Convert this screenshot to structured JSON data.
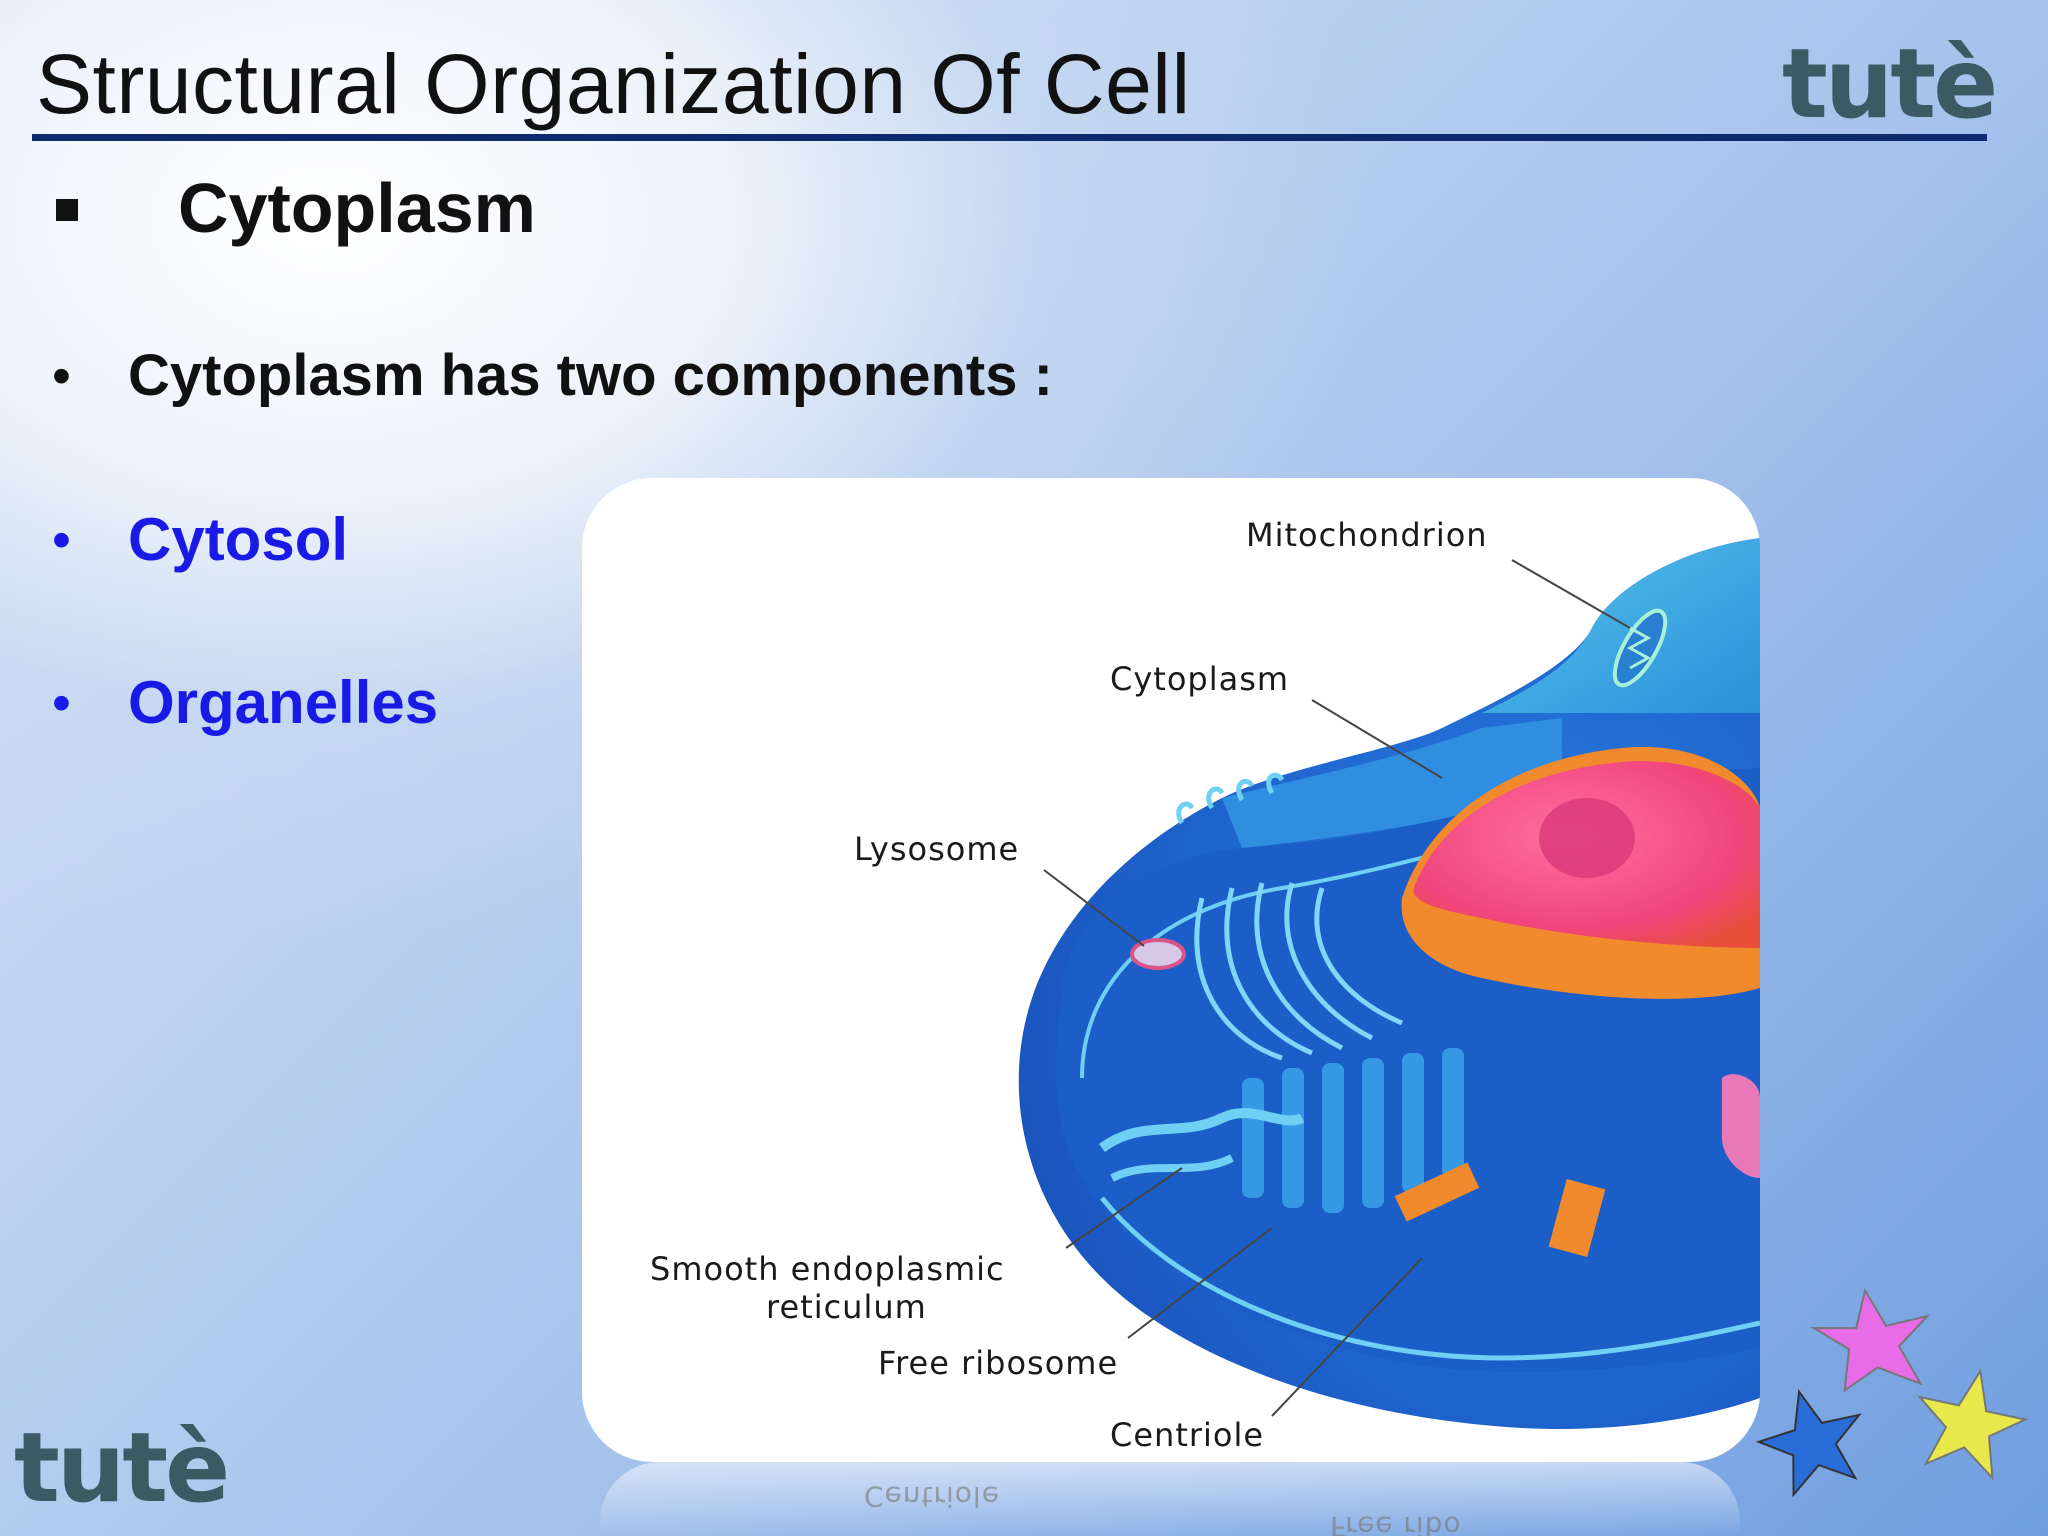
{
  "slide": {
    "title": "Structural Organization Of Cell",
    "logo_text": "tutè",
    "heading": "Cytoplasm",
    "bullets": [
      {
        "text": "Cytoplasm has two components :",
        "color": "#111111"
      },
      {
        "text": "Cytosol",
        "color": "#1a1ae6"
      },
      {
        "text": "Organelles",
        "color": "#1a1ae6"
      }
    ]
  },
  "figure": {
    "labels": {
      "mitochondrion": "Mitochondrion",
      "cytoplasm": "Cytoplasm",
      "lysosome": "Lysosome",
      "smooth_er_line1": "Smooth endoplasmic",
      "smooth_er_line2": "reticulum",
      "free_ribosome": "Free ribosome",
      "centriole": "Centriole"
    },
    "reflection_labels": {
      "centriole": "Centriole",
      "free_ribosome": "Free ribo"
    }
  },
  "colors": {
    "title_rule": "#0e2a6e",
    "bullet_blue": "#1a1ae6",
    "logo": "#3d5964",
    "star_pink": "#e86be8",
    "star_yellow": "#e8e84a",
    "star_blue": "#2a6cd8"
  }
}
